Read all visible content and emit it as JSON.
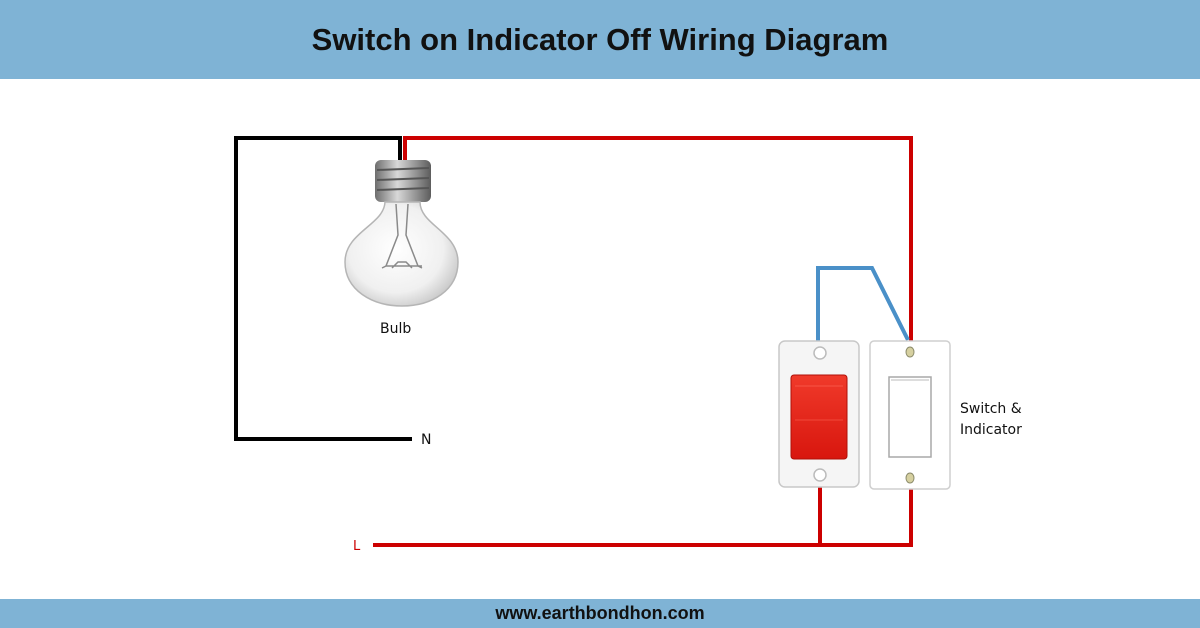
{
  "title": "Switch on Indicator Off Wiring Diagram",
  "footer_url": "www.earthbondhon.com",
  "labels": {
    "bulb": "Bulb",
    "neutral": "N",
    "live": "L",
    "switch_line1": "Switch &",
    "switch_line2": "Indicator"
  },
  "colors": {
    "header_bg": "#7fb3d5",
    "live_wire": "#cc0000",
    "neutral_wire": "#000000",
    "link_wire": "#4a90c8",
    "indicator_lamp": "#e8231b"
  }
}
